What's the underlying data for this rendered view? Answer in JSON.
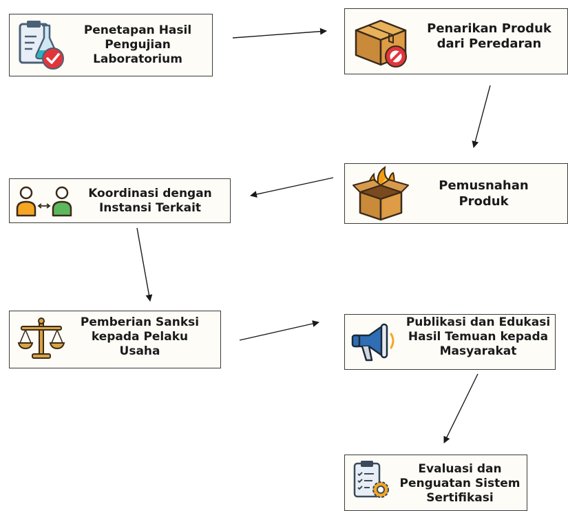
{
  "nodes": {
    "lab": {
      "label": "Penetapan Hasil Pengujian Laboratorium",
      "icon": "clipboard-flask-check-icon"
    },
    "recall": {
      "label": "Penarikan Produk dari Peredaran",
      "icon": "box-prohibited-icon"
    },
    "destroy": {
      "label": "Pemusnahan Produk",
      "icon": "burning-box-icon"
    },
    "coordinate": {
      "label": "Koordinasi dengan Instansi Terkait",
      "icon": "people-exchange-icon"
    },
    "sanction": {
      "label": "Pemberian Sanksi kepada Pelaku Usaha",
      "icon": "scales-icon"
    },
    "publish": {
      "label": "Publikasi dan Edukasi Hasil Temuan kepada Masyarakat",
      "icon": "megaphone-icon"
    },
    "evaluate": {
      "label": "Evaluasi dan Penguatan Sistem Sertifikasi",
      "icon": "checklist-gear-icon"
    }
  },
  "edges": [
    {
      "from": "lab",
      "to": "recall"
    },
    {
      "from": "recall",
      "to": "destroy"
    },
    {
      "from": "destroy",
      "to": "coordinate"
    },
    {
      "from": "coordinate",
      "to": "sanction"
    },
    {
      "from": "sanction",
      "to": "publish"
    },
    {
      "from": "publish",
      "to": "evaluate"
    }
  ],
  "colors": {
    "stroke": "#1a1a1a",
    "box_bg": "#fdfcf7",
    "red": "#e0363b",
    "orange": "#f5a623",
    "green": "#5cb85c",
    "blue": "#2f6db5",
    "gold": "#d9a441"
  }
}
